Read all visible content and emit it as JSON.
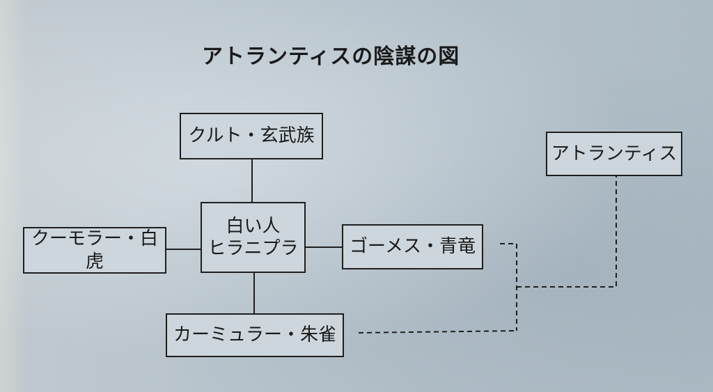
{
  "title": "アトランティスの陰謀の図",
  "nodes": {
    "kuruto": "クルト・玄武族",
    "center_line1": "白い人",
    "center_line2": "ヒラニプラ",
    "kumora": "クーモラー・白虎",
    "gomesu": "ゴーメス・青竜",
    "kamyura": "カーミュラー・朱雀",
    "atlantis": "アトランティス"
  }
}
